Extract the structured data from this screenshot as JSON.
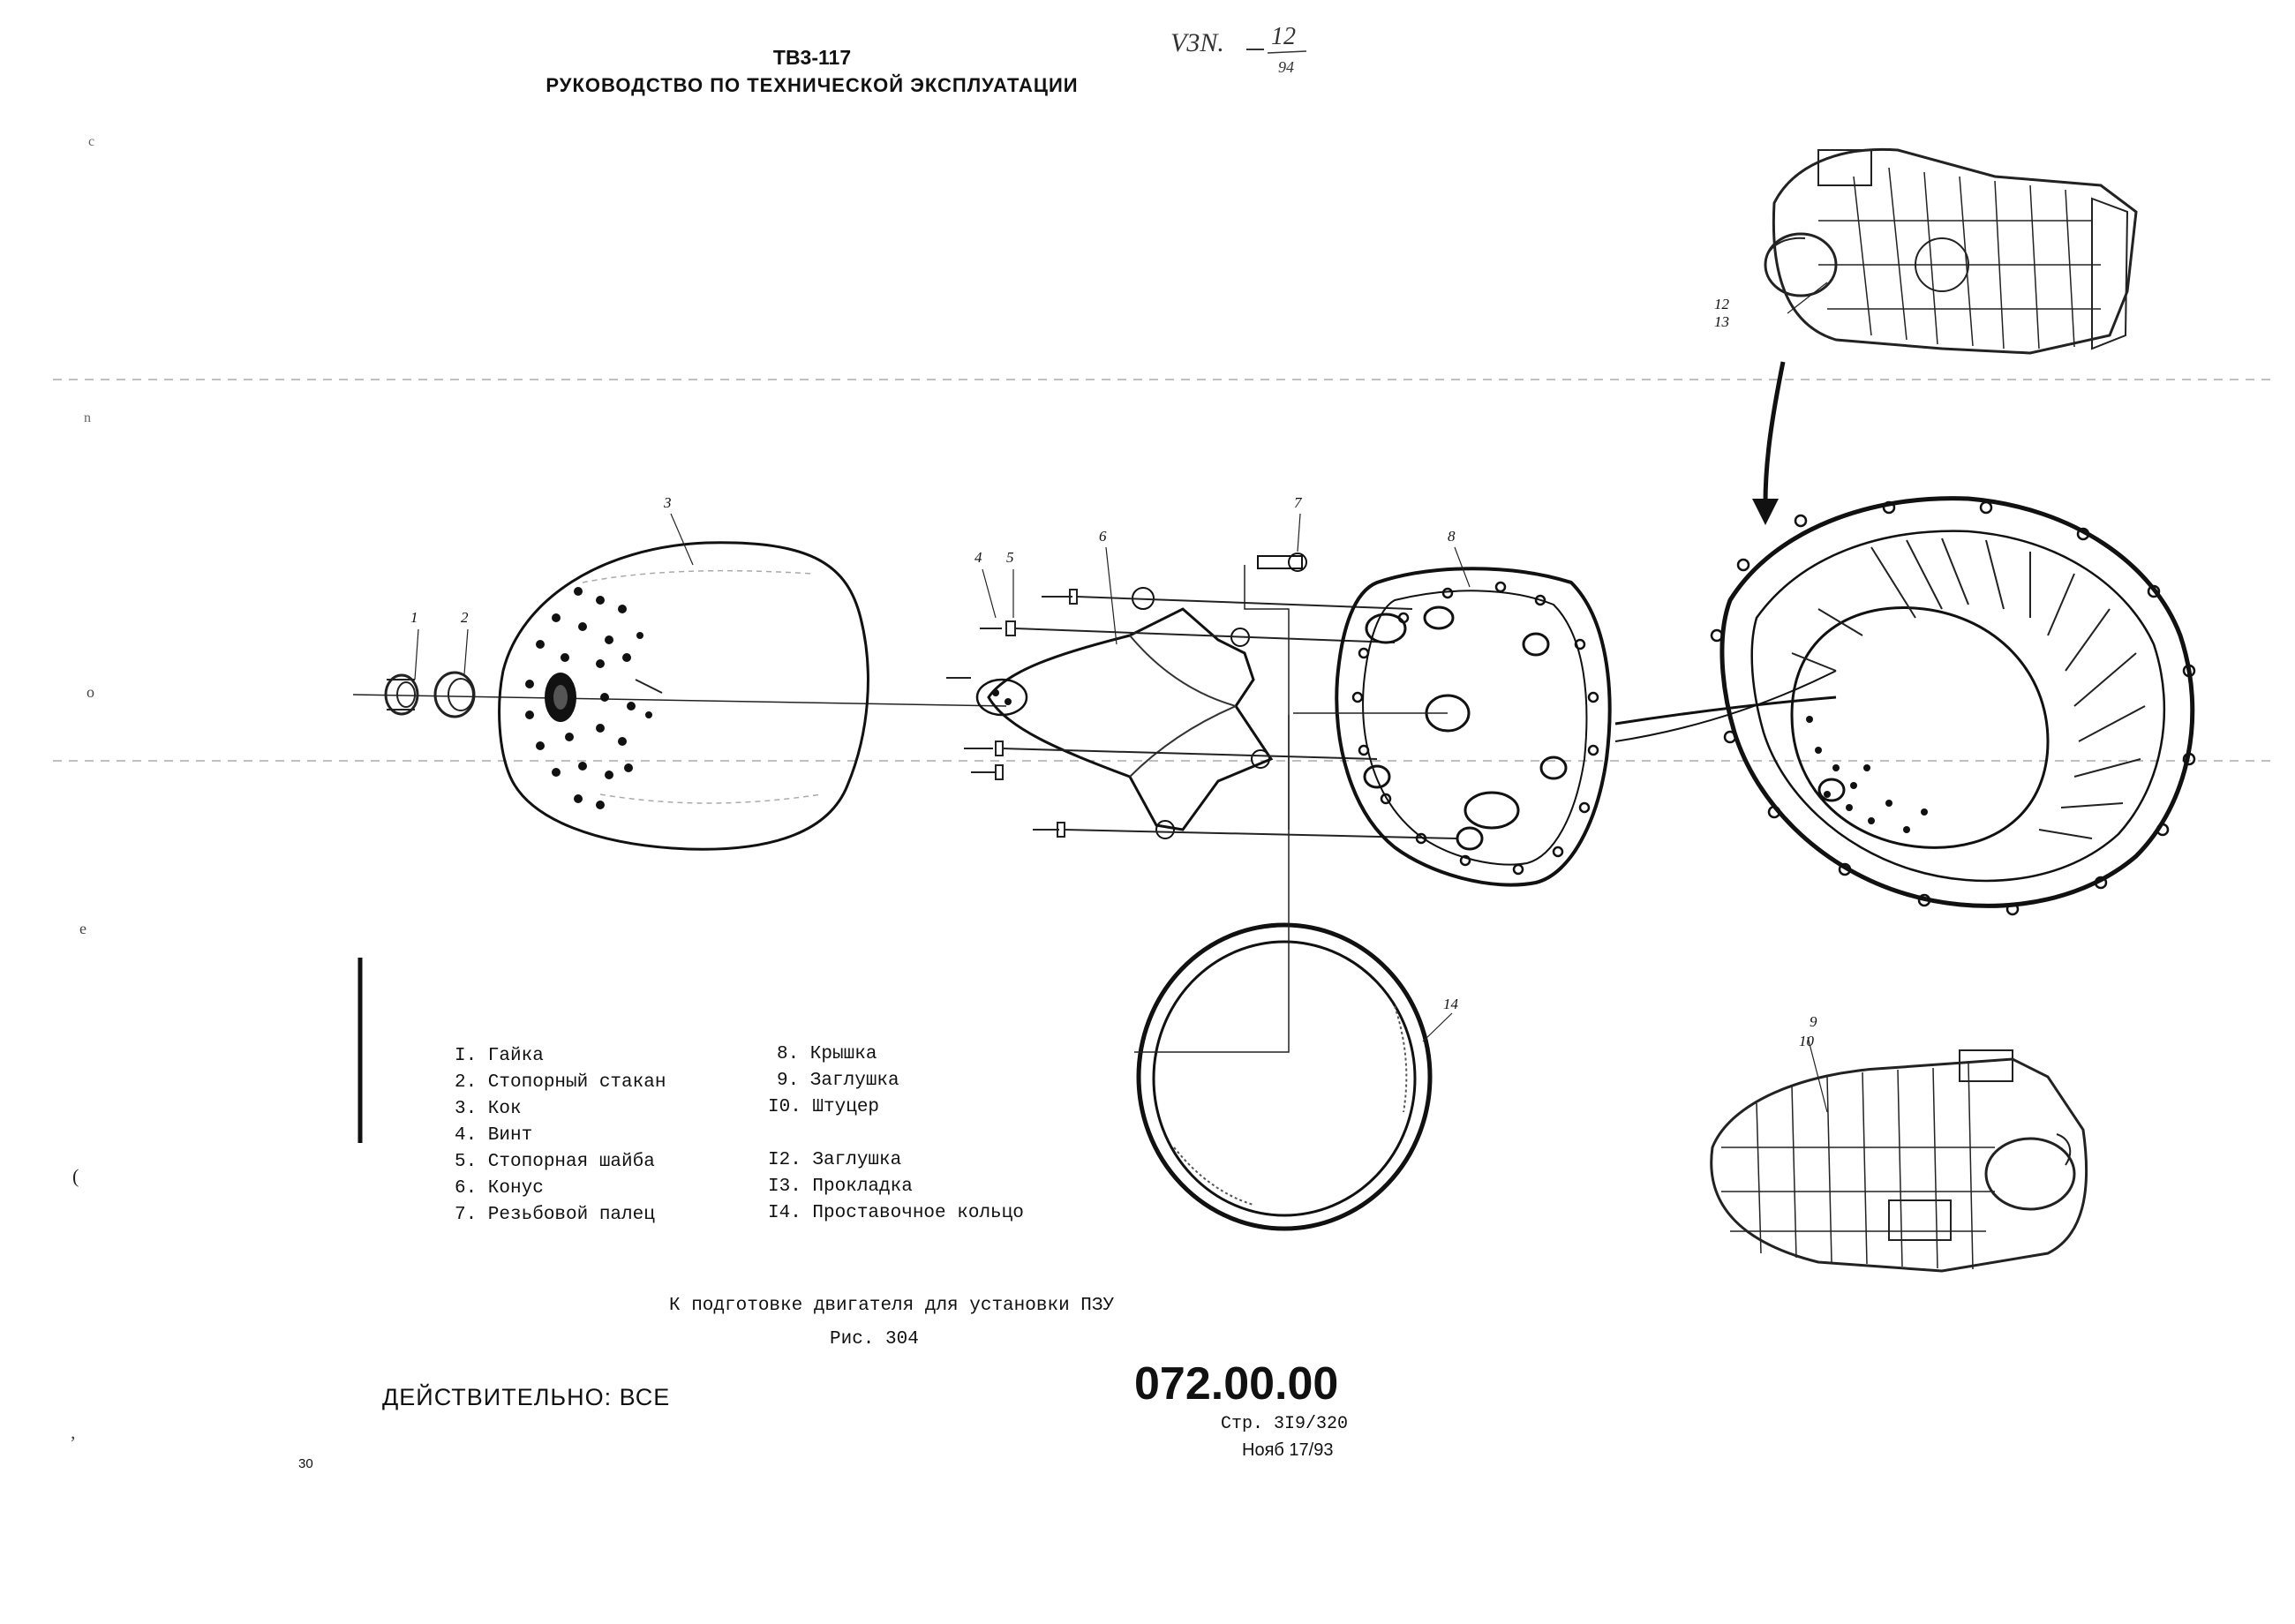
{
  "header": {
    "engine": "ТВ3-117",
    "title": "РУКОВОДСТВО ПО ТЕХНИЧЕСКОЙ ЭКСПЛУАТАЦИИ"
  },
  "handwritten_note": {
    "line1": "V3N. 12",
    "line2": "94"
  },
  "callouts": [
    "1",
    "2",
    "3",
    "4",
    "5",
    "6",
    "7",
    "8",
    "9",
    "10",
    "12",
    "13",
    "14"
  ],
  "legend_left": [
    "I. Гайка",
    "2. Стопорный стакан",
    "3. Кок",
    "4. Винт",
    "5. Стопорная шайба",
    "6. Конус",
    "7. Резьбовой палец"
  ],
  "legend_right": [
    "8. Крышка",
    "9. Заглушка",
    "I0. Штуцер",
    "I2. Заглушка",
    "I3. Прокладка",
    "I4. Проставочное кольцо"
  ],
  "caption": {
    "text": "К подготовке двигателя для установки ПЗУ",
    "figure": "Рис. 304"
  },
  "footer": {
    "effectivity": "ДЕЙСТВИТЕЛЬНО: ВСЕ",
    "chapter": "072.00.00",
    "page": "Стр. 3I9/320",
    "date": "Нояб 17/93",
    "margin_mark": "30"
  }
}
